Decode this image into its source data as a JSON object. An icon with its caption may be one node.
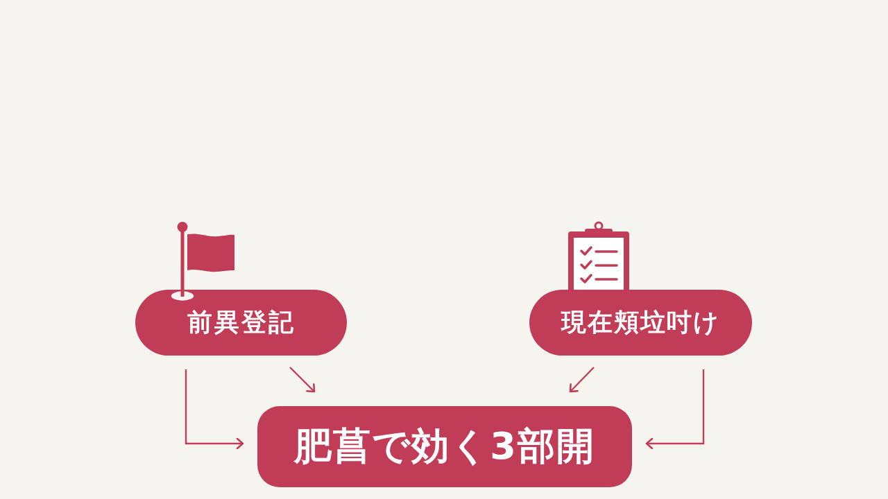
{
  "diagram": {
    "nodes": [
      {
        "text": [
          "前異登記"
        ]
      },
      {
        "text": [
          "現在頬垃吋け"
        ]
      },
      {
        "text": [
          "肥菖で効く3部開"
        ]
      }
    ],
    "edges": [
      {
        "from": 0,
        "to": 2,
        "arrow": "to"
      },
      {
        "from": 0,
        "to": 2,
        "arrow": "to"
      },
      {
        "from": 1,
        "to": 2,
        "arrow": "to"
      },
      {
        "from": 1,
        "to": 2,
        "arrow": "to"
      }
    ]
  }
}
